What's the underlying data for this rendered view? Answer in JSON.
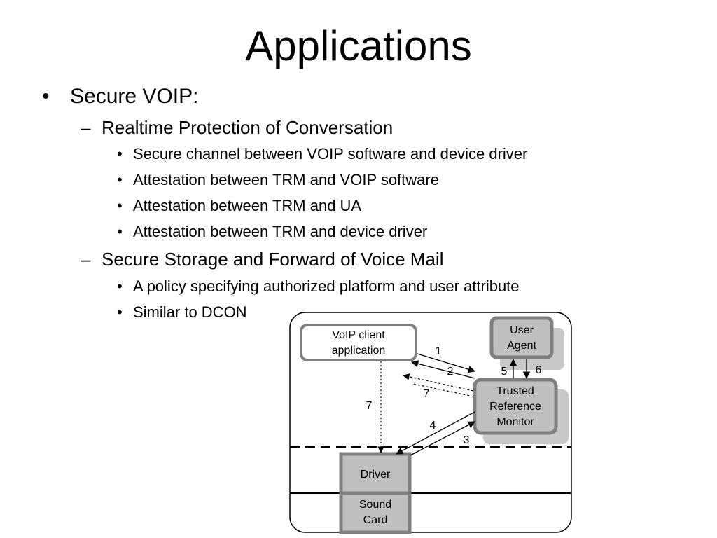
{
  "slide": {
    "title": "Applications",
    "bullets": {
      "level1_marker": "•",
      "level2_marker": "–",
      "level3_marker": "•",
      "secure_voip": "Secure VOIP:",
      "realtime": "Realtime Protection of Conversation",
      "realtime_items": [
        "Secure channel between VOIP software and device driver",
        "Attestation between TRM and VOIP software",
        "Attestation between TRM and UA",
        "Attestation between TRM and device driver"
      ],
      "storage": "Secure Storage and Forward of Voice Mail",
      "storage_items": [
        "A policy specifying authorized platform and user attribute",
        "Similar to DCON"
      ]
    }
  },
  "diagram": {
    "voip_line1": "VoIP client",
    "voip_line2": "application",
    "ua_line1": "User",
    "ua_line2": "Agent",
    "trm_line1": "Trusted",
    "trm_line2": "Reference",
    "trm_line3": "Monitor",
    "driver": "Driver",
    "sound_line1": "Sound",
    "sound_line2": "Card",
    "labels": {
      "l1": "1",
      "l2": "2",
      "l3": "3",
      "l4": "4",
      "l5": "5",
      "l6": "6",
      "l7a": "7",
      "l7b": "7"
    },
    "colors": {
      "box_border": "#7f7f7f",
      "box_fill_gray": "#bfbfbf",
      "shadow": "#c8c8c8"
    }
  }
}
